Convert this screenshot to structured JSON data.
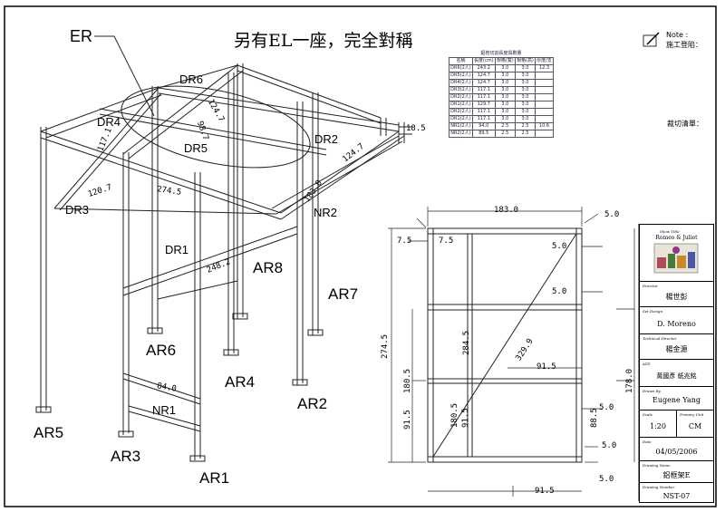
{
  "title_note": "另有EL一座，完全對稱",
  "note_label": "Note :",
  "note_text": "施工登陷：",
  "cut_label": "裁切清單：",
  "parts": {
    "er": "ER",
    "dr6": "DR6",
    "dr4": "DR4",
    "dr5": "DR5",
    "dr2": "DR2",
    "dr3": "DR3",
    "nr2": "NR2",
    "dr1": "DR1",
    "ar8": "AR8",
    "ar7": "AR7",
    "ar6": "AR6",
    "ar4": "AR4",
    "ar2": "AR2",
    "ar5": "AR5",
    "ar3": "AR3",
    "ar1": "AR1",
    "nr1": "NR1"
  },
  "iso_dims": {
    "d124_7_top": "124.7",
    "d117_1": "117.1",
    "d18_5": "18.5",
    "d124_7_right": "124.7",
    "d120_7": "120.7",
    "d274_5": "274.5",
    "d183_0": "183.0",
    "d248_2": "248.2",
    "d84_0": "84.0",
    "d98": "98.7",
    "d_dr5": "98.7"
  },
  "elev_dims": {
    "top_width": "183.0",
    "top_right": "5.0",
    "left_top": "7.5",
    "inner_top": "7.5",
    "r5a": "5.0",
    "r5b": "5.0",
    "h274": "274.5",
    "h284": "284.5",
    "diag": "329.9",
    "w91_mid": "91.5",
    "h180_left": "180.5",
    "h178": "178.0",
    "h91_left": "91.5",
    "h180_inner": "180.5",
    "h91_inner": "91.5",
    "r5c": "5.0",
    "h88": "88.5",
    "bot5a": "5.0",
    "bot5b": "5.0",
    "bot91": "91.5"
  },
  "cut_table": {
    "caption": "鋁管切割長度與數量",
    "headers": [
      "名稱",
      "長度(cm)",
      "規格(寬)",
      "規格(高)",
      "厚度/支"
    ],
    "rows": [
      [
        "DR6(2人)",
        "243.2",
        "3.0",
        "3.0",
        "12.3"
      ],
      [
        "DR5(2人)",
        "124.7",
        "3.0",
        "3.0",
        ""
      ],
      [
        "DR4(2人)",
        "124.7",
        "3.0",
        "3.0",
        ""
      ],
      [
        "DR3(2人)",
        "117.1",
        "3.0",
        "3.0",
        ""
      ],
      [
        "DR2(2人)",
        "117.1",
        "3.0",
        "3.0",
        ""
      ],
      [
        "DR1(2人)",
        "129.7",
        "3.0",
        "3.0",
        ""
      ],
      [
        "DR2(2人)",
        "117.1",
        "3.0",
        "3.0",
        ""
      ],
      [
        "DR1(2人)",
        "117.1",
        "3.0",
        "3.0",
        ""
      ],
      [
        "NR1(2人)",
        "94.0",
        "2.5",
        "2.5",
        "10.6"
      ],
      [
        "NR2(2人)",
        "89.5",
        "2.5",
        "2.5",
        ""
      ]
    ]
  },
  "title_block": {
    "show_title_cap": "Show Title",
    "show_title": "Romeo & Juliet",
    "director_cap": "Director",
    "director": "楊世彭",
    "set_design_cap": "Set Design",
    "set_design": "D. Moreno",
    "tech_director_cap": "Technical Director",
    "tech_director": "楊金源",
    "atd_cap": "ATD",
    "atd": "黃國彥  紙兆銘",
    "drawn_by_cap": "Drawn By",
    "drawn_by": "Eugene Yang",
    "scale_cap": "Scale",
    "scale": "1:20",
    "unit_cap": "Primary Unit",
    "unit": "CM",
    "date_cap": "Date",
    "date": "04/05/2006",
    "drawing_name_cap": "Drawing Name",
    "drawing_name": "鋁框架E",
    "drawing_number_cap": "Drawing Number",
    "drawing_number": "NST-07"
  }
}
